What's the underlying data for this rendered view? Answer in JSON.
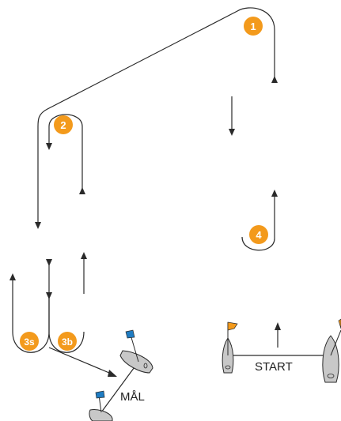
{
  "colors": {
    "course_line": "#2a2a2a",
    "mark_fill": "#f39a1c",
    "mark_text": "#ffffff",
    "boat_fill": "#c8c8c8",
    "boat_stroke": "#2a2a2a",
    "flag_orange": "#f39a1c",
    "flag_blue": "#1f7cc2"
  },
  "marks": {
    "m1": "1",
    "m2": "2",
    "m3s": "3s",
    "m3b": "3b",
    "m4": "4"
  },
  "labels": {
    "start": "START",
    "finish": "MÅL"
  }
}
